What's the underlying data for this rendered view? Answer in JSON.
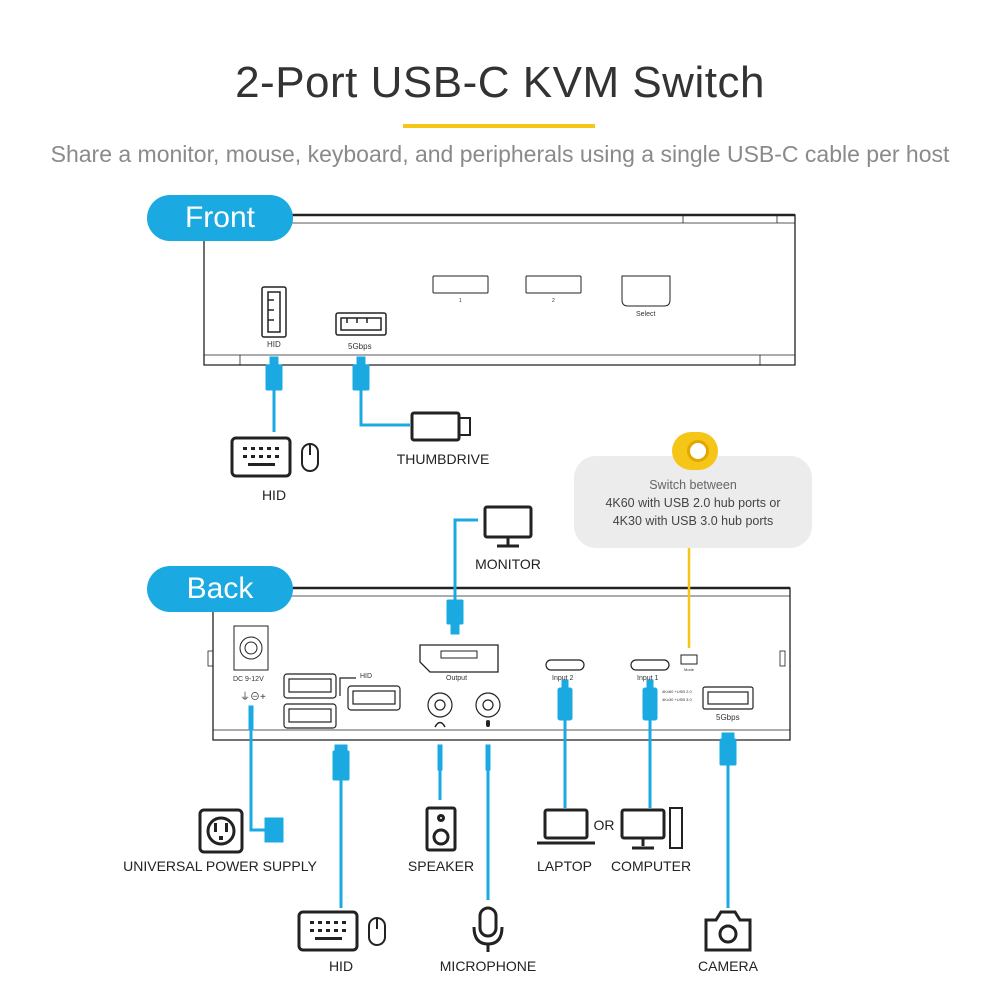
{
  "header": {
    "title": "2-Port USB-C KVM Switch",
    "subtitle": "Share a monitor, mouse, keyboard, and peripherals using a single USB-C cable per host"
  },
  "sections": {
    "front_label": "Front",
    "back_label": "Back"
  },
  "front_panel": {
    "hid_port_label": "HID",
    "usb_port_label": "5Gbps",
    "button_1_label": "1",
    "button_2_label": "2",
    "select_button_label": "Select"
  },
  "front_devices": {
    "hid": "HID",
    "thumbdrive": "THUMBDRIVE"
  },
  "mode_callout": {
    "line1": "Switch between",
    "line2": "4K60 with USB 2.0 hub ports or",
    "line3": "4K30 with USB 3.0 hub ports"
  },
  "back_panel": {
    "power_label": "DC 9-12V",
    "hid_ports_label": "HID",
    "output_label": "Output",
    "input2_label": "Input 2",
    "input1_label": "Input 1",
    "mode_label": "Mode",
    "usb_port_label": "5Gbps",
    "mode_opt1": "4Kx60 +USB 2.0",
    "mode_opt2": "4Kx30 +USB 3.0"
  },
  "back_devices": {
    "monitor": "MONITOR",
    "power_supply": "UNIVERSAL POWER SUPPLY",
    "speaker": "SPEAKER",
    "laptop": "LAPTOP",
    "or": "OR",
    "computer": "COMPUTER",
    "hid": "HID",
    "microphone": "MICROPHONE",
    "camera": "CAMERA"
  },
  "colors": {
    "accent_blue": "#1ba9e1",
    "accent_yellow": "#f5c518",
    "outline": "#222222"
  }
}
